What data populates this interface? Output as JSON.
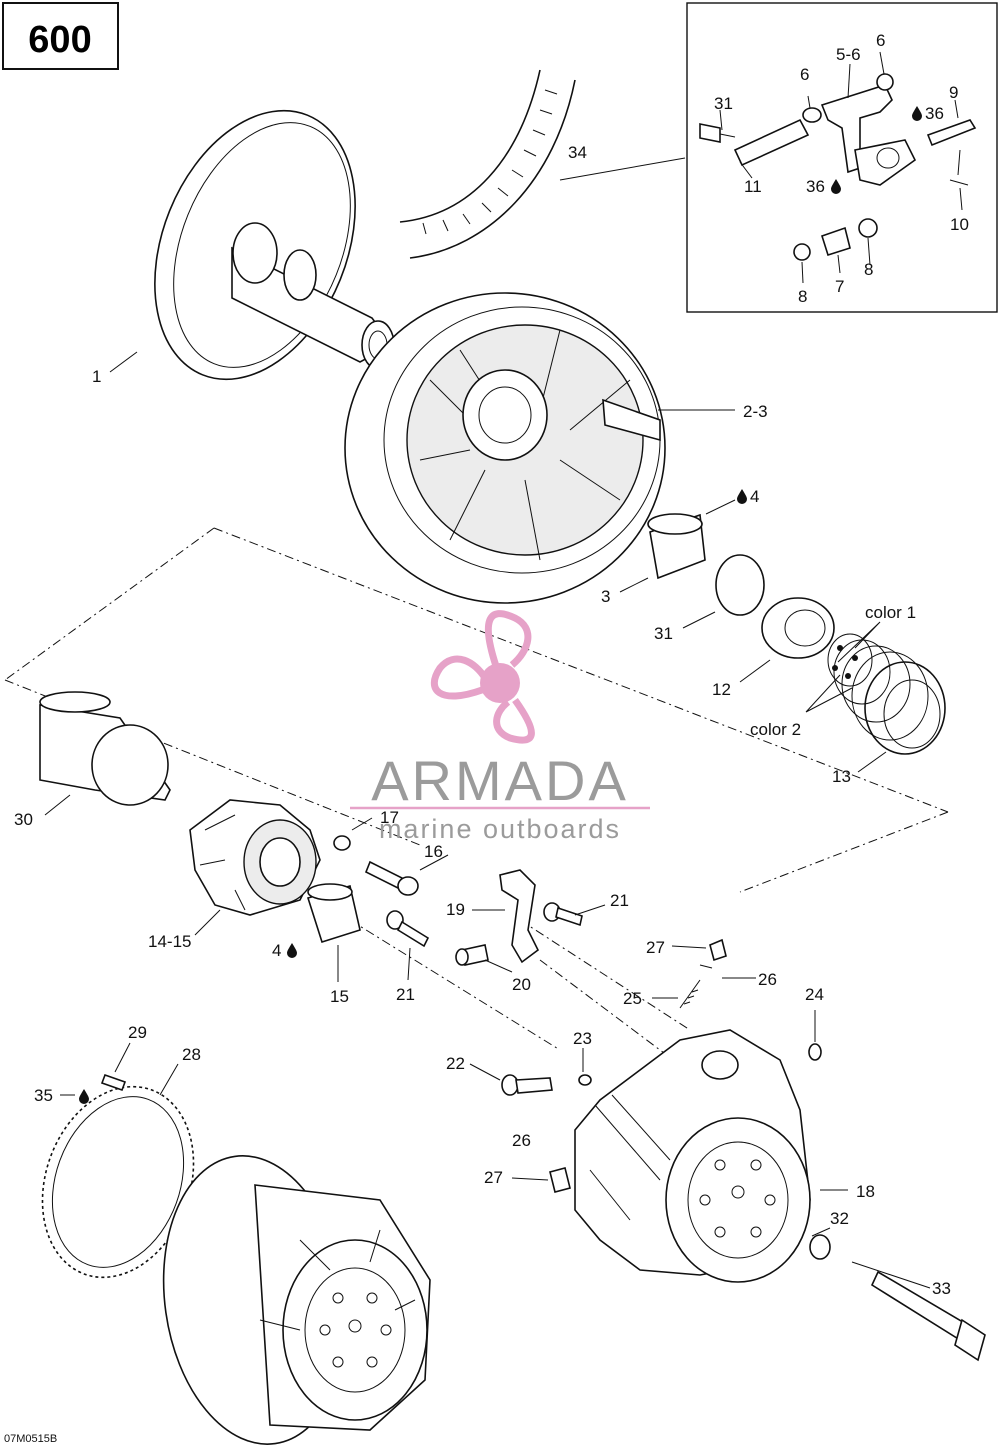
{
  "model_badge": "600",
  "drawing_code": "07M0515B",
  "watermark": {
    "brand": "ARMADA",
    "tagline": "marine outboards",
    "colors": {
      "pink": "#e6a2c8",
      "gray": "#9b9b9b"
    }
  },
  "callouts": {
    "c1": "1",
    "c23a": "2-3",
    "c3": "3",
    "c4a": "4",
    "c4b": "4",
    "c5_6": "5-6",
    "c6a": "6",
    "c6b": "6",
    "c7": "7",
    "c8a": "8",
    "c8b": "8",
    "c9": "9",
    "c10": "10",
    "c11": "11",
    "c12": "12",
    "c13": "13",
    "c14_15": "14-15",
    "c15": "15",
    "c16": "16",
    "c17": "17",
    "c18": "18",
    "c19": "19",
    "c20": "20",
    "c21a": "21",
    "c21b": "21",
    "c22": "22",
    "c23": "23",
    "c24": "24",
    "c25": "25",
    "c26a": "26",
    "c26b": "26",
    "c27a": "27",
    "c27b": "27",
    "c28": "28",
    "c29": "29",
    "c30": "30",
    "c31a": "31",
    "c31b": "31",
    "c32": "32",
    "c33": "33",
    "c34": "34",
    "c35": "35",
    "c36a": "36",
    "c36b": "36",
    "color1": "color 1",
    "color2": "color 2"
  },
  "icons": {
    "lubricant": "oil-drop-icon",
    "logo": "propeller-logo-icon"
  }
}
